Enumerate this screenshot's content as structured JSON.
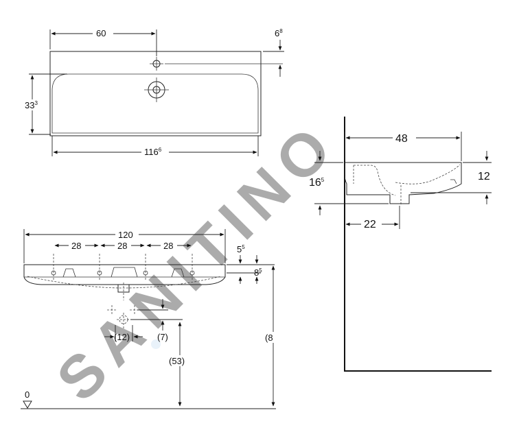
{
  "watermark": "SANITINO",
  "top_view": {
    "dim_faucet_offset": "60",
    "dim_edge_to_tap_main": "6",
    "dim_edge_to_tap_sup": "8",
    "dim_bowl_depth_main": "33",
    "dim_bowl_depth_sup": "3",
    "dim_inner_width_main": "116",
    "dim_inner_width_sup": "6"
  },
  "front_view": {
    "dim_total_width": "120",
    "dim_spacing_1": "28",
    "dim_spacing_2": "28",
    "dim_spacing_3": "28",
    "dim_rim_main": "5",
    "dim_rim_sup": "5",
    "dim_height_main": "8",
    "dim_height_sup": "5",
    "dim_waste_offset": "(12)",
    "dim_waste_drop": "(7)",
    "dim_waste_height": "(53)",
    "dim_mount_height": "(8",
    "floor_level": "0"
  },
  "side_view": {
    "dim_projection": "48",
    "dim_total_height_main": "16",
    "dim_total_height_sup": "5",
    "dim_bowl_height": "12",
    "dim_waste_offset": "22"
  }
}
